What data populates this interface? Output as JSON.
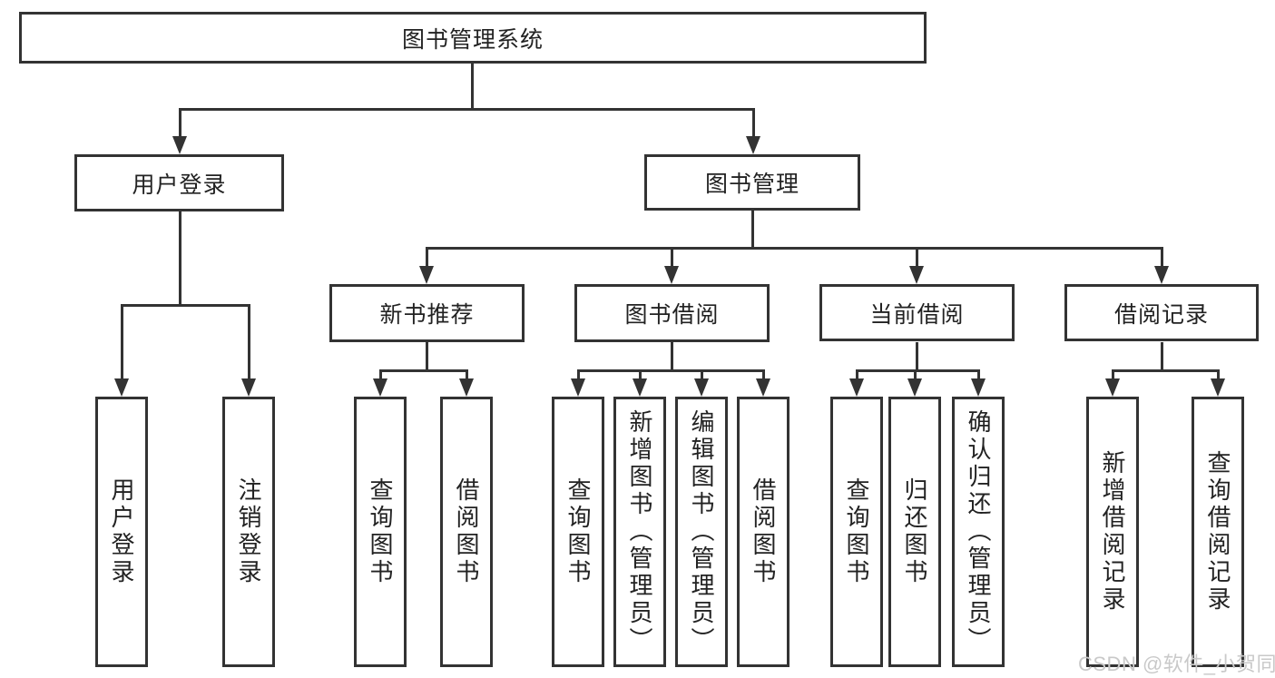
{
  "diagram": {
    "root": {
      "label": "图书管理系统",
      "children": [
        {
          "label": "用户登录",
          "children": [
            {
              "label": "用户登录"
            },
            {
              "label": "注销登录"
            }
          ]
        },
        {
          "label": "图书管理",
          "children": [
            {
              "label": "新书推荐",
              "children": [
                {
                  "label": "查询图书"
                },
                {
                  "label": "借阅图书"
                }
              ]
            },
            {
              "label": "图书借阅",
              "children": [
                {
                  "label": "查询图书"
                },
                {
                  "label": "新增图书（管理员）"
                },
                {
                  "label": "编辑图书（管理员）"
                },
                {
                  "label": "借阅图书"
                }
              ]
            },
            {
              "label": "当前借阅",
              "children": [
                {
                  "label": "查询图书"
                },
                {
                  "label": "归还图书"
                },
                {
                  "label": "确认归还（管理员）"
                }
              ]
            },
            {
              "label": "借阅记录",
              "children": [
                {
                  "label": "新增借阅记录"
                },
                {
                  "label": "查询借阅记录"
                }
              ]
            }
          ]
        }
      ]
    }
  },
  "watermark": "CSDN @软件_小贺同学",
  "colors": {
    "line": "#333333",
    "text": "#222222",
    "watermark": "#c9c9c9"
  }
}
